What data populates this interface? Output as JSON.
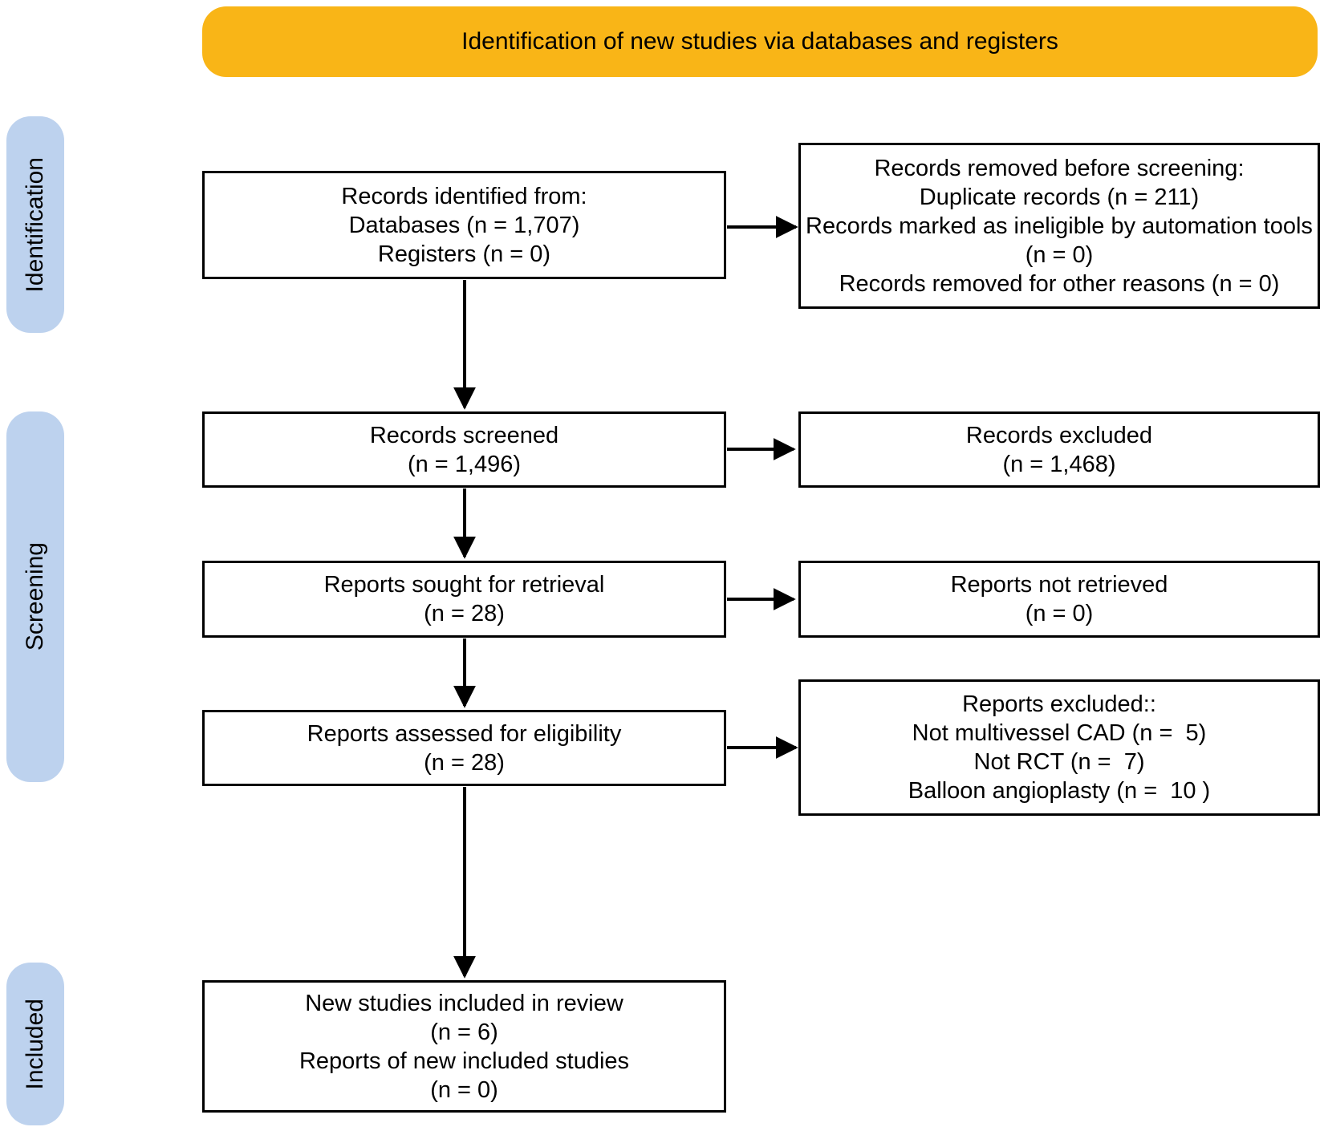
{
  "banner": {
    "label": "Identification of new studies via databases and registers"
  },
  "colors": {
    "banner_bg": "#F9B517",
    "stage_bg": "#BDD2EE",
    "box_border": "#000000"
  },
  "stages": [
    {
      "label": "Identification"
    },
    {
      "label": "Screening"
    },
    {
      "label": "Included"
    }
  ],
  "boxes": {
    "records_identified": {
      "lines": [
        "Records identified from:",
        "Databases (n = 1,707)",
        "Registers (n = 0)"
      ]
    },
    "records_removed": {
      "lines": [
        "Records removed before screening:",
        "Duplicate records (n = 211)",
        "Records marked as ineligible by automation tools (n = 0)",
        "Records removed for other reasons (n = 0)"
      ]
    },
    "records_screened": {
      "lines": [
        "Records screened",
        "(n = 1,496)"
      ]
    },
    "records_excluded": {
      "lines": [
        "Records excluded",
        "(n = 1,468)"
      ]
    },
    "reports_sought": {
      "lines": [
        "Reports sought for retrieval",
        "(n = 28)"
      ]
    },
    "reports_not_retrieved": {
      "lines": [
        "Reports not retrieved",
        "(n = 0)"
      ]
    },
    "reports_assessed": {
      "lines": [
        "Reports assessed for eligibility",
        "(n = 28)"
      ]
    },
    "reports_excluded": {
      "lines": [
        "Reports excluded::",
        "Not multivessel CAD (n =  5)",
        "Not RCT (n =  7)",
        "Balloon angioplasty (n =  10 )"
      ]
    },
    "new_studies_included": {
      "lines": [
        "New studies included in review",
        "(n = 6)",
        "Reports of new included studies",
        "(n = 0)"
      ]
    }
  }
}
